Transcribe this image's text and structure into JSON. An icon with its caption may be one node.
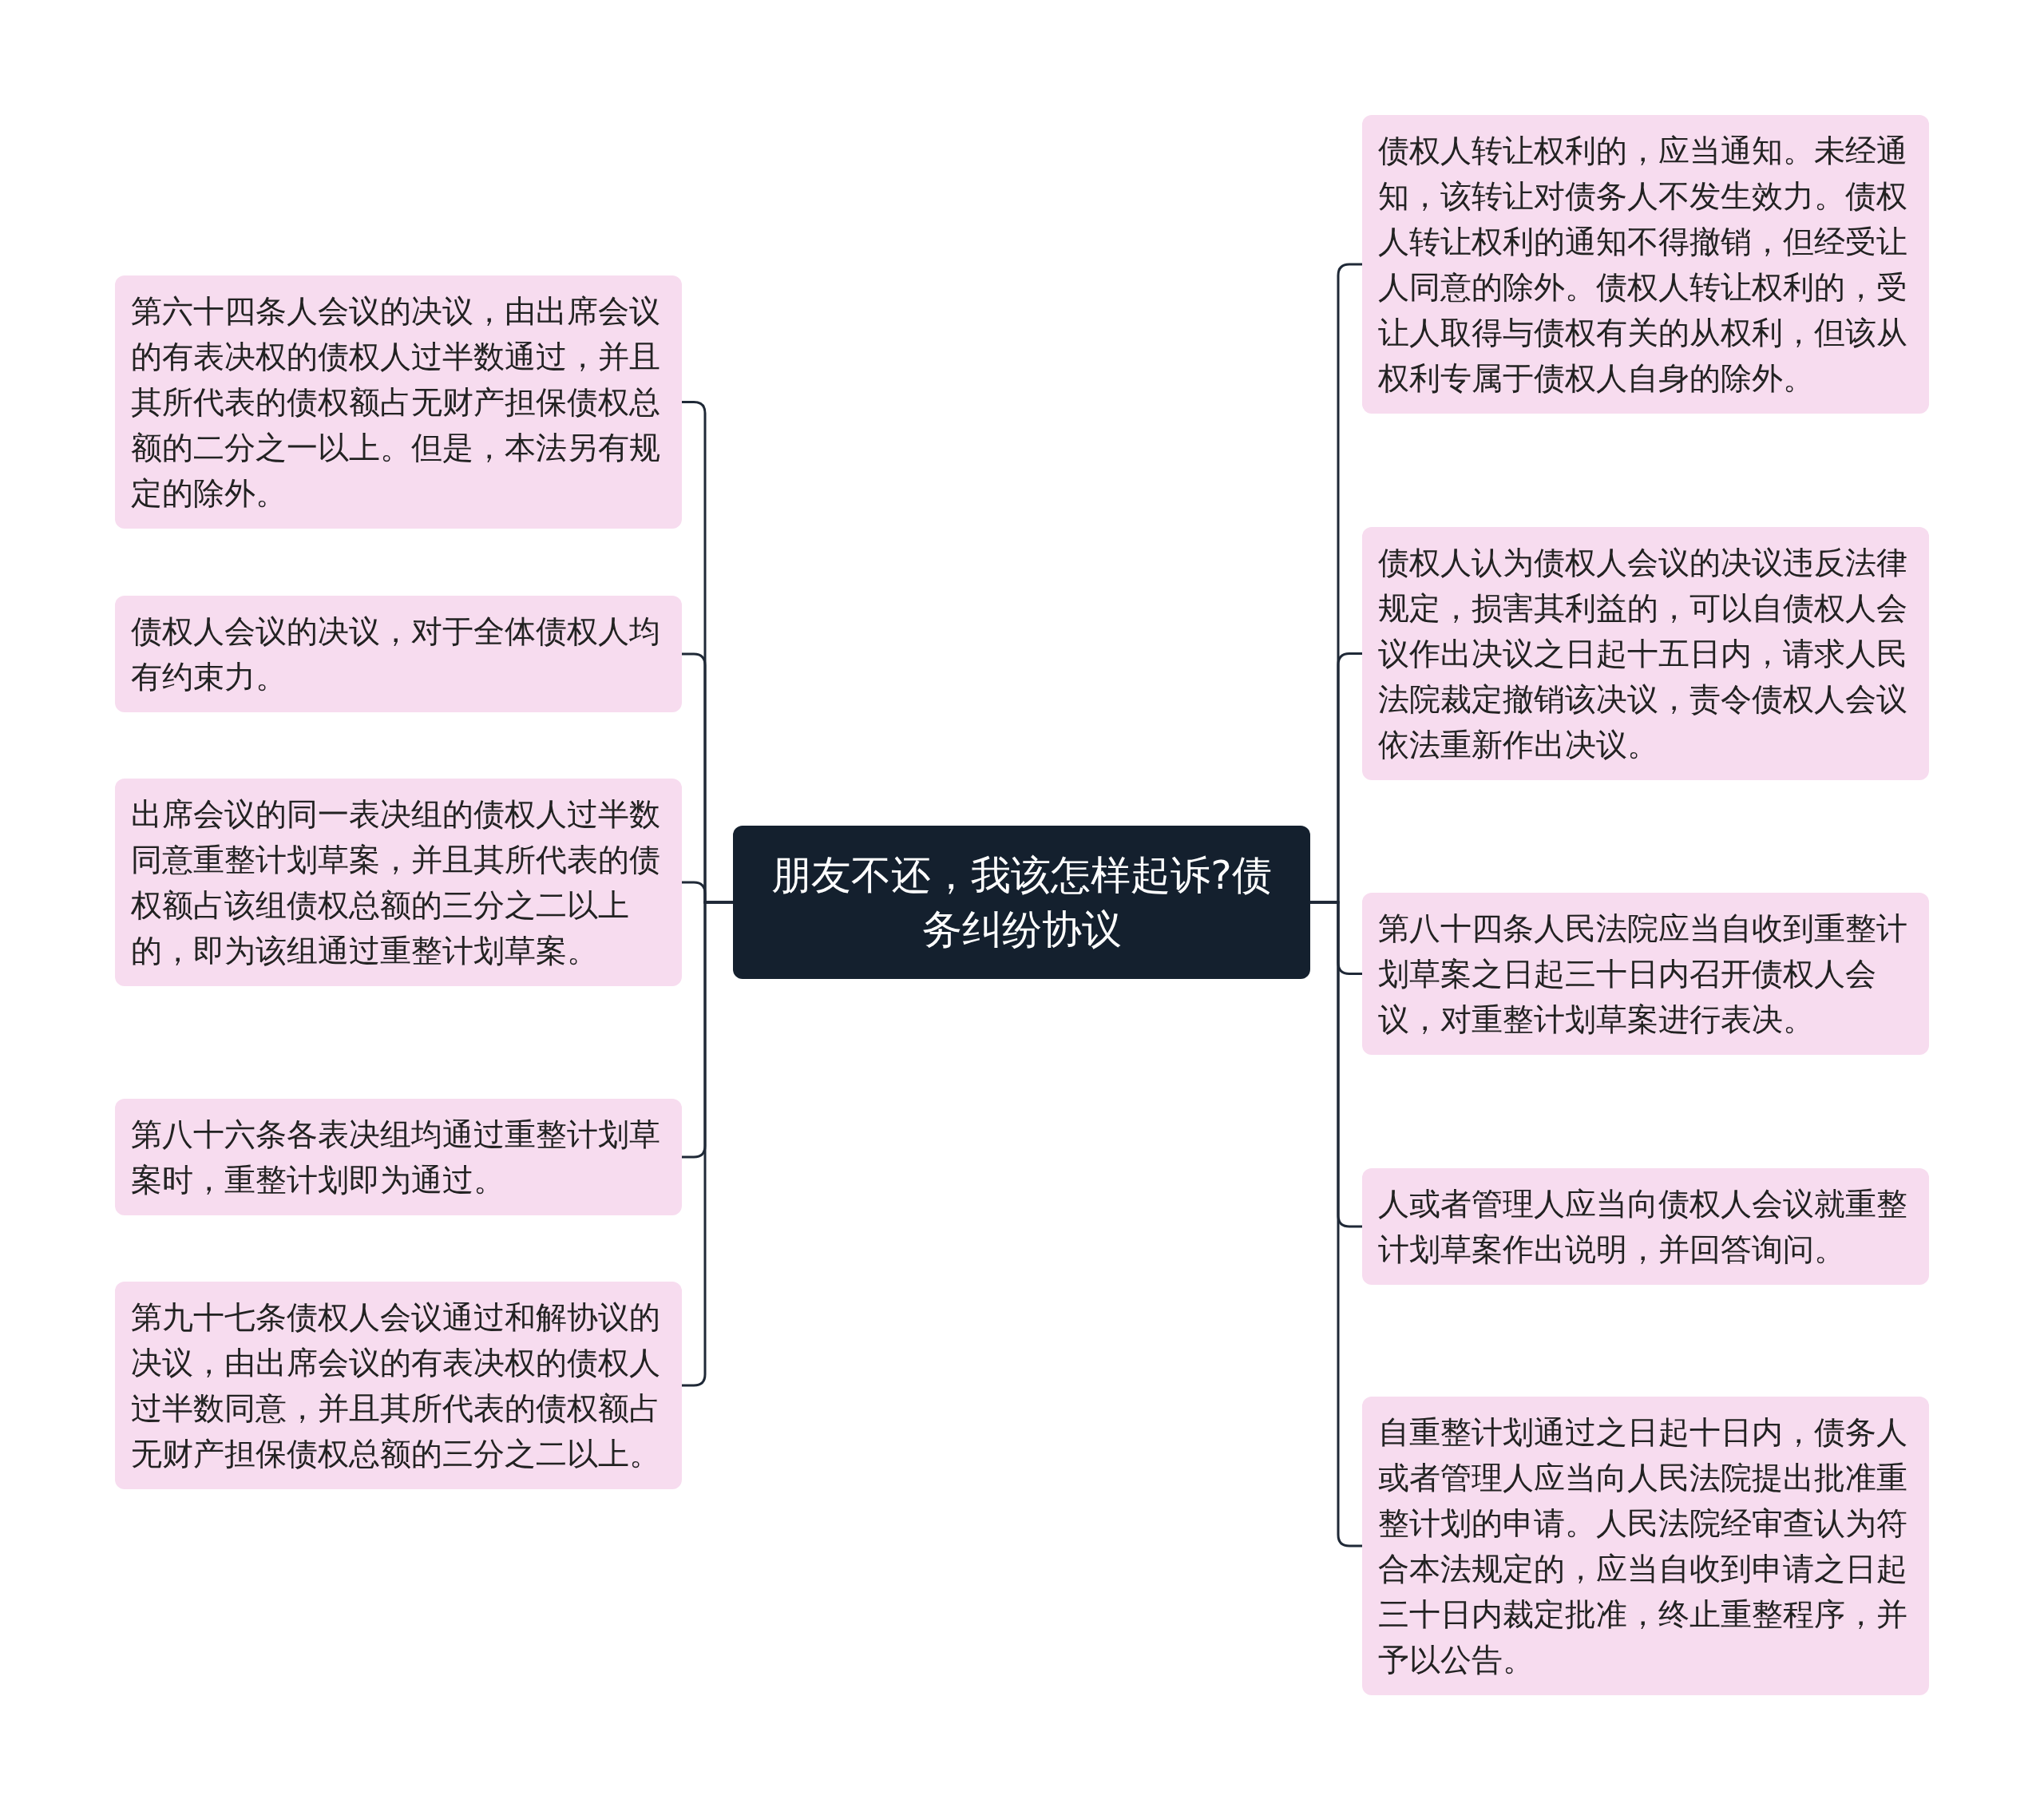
{
  "diagram": {
    "nodes": [
      {
        "text": [
          "朋友不还，我该怎样起诉?债务纠纷协议"
        ]
      },
      {
        "text": [
          "第六十四条人会议的决议，由出席会议的有表决权的债权人过半数通过，并且其所代表的债权额占无财产担保债权总额的二分之一以上。但是，本法另有规定的除外。"
        ]
      },
      {
        "text": [
          "债权人会议的决议，对于全体债权人均有约束力。"
        ]
      },
      {
        "text": [
          "出席会议的同一表决组的债权人过半数同意重整计划草案，并且其所代表的债权额占该组债权总额的三分之二以上的，即为该组通过重整计划草案。"
        ]
      },
      {
        "text": [
          "第八十六条各表决组均通过重整计划草案时，重整计划即为通过。"
        ]
      },
      {
        "text": [
          "第九十七条债权人会议通过和解协议的决议，由出席会议的有表决权的债权人过半数同意，并且其所代表的债权额占无财产担保债权总额的三分之二以上。"
        ]
      },
      {
        "text": [
          "债权人转让权利的，应当通知。未经通知，该转让对债务人不发生效力。债权人转让权利的通知不得撤销，但经受让人同意的除外。债权人转让权利的，受让人取得与债权有关的从权利，但该从权利专属于债权人自身的除外。"
        ]
      },
      {
        "text": [
          "债权人认为债权人会议的决议违反法律规定，损害其利益的，可以自债权人会议作出决议之日起十五日内，请求人民法院裁定撤销该决议，责令债权人会议依法重新作出决议。"
        ]
      },
      {
        "text": [
          "第八十四条人民法院应当自收到重整计划草案之日起三十日内召开债权人会议，对重整计划草案进行表决。"
        ]
      },
      {
        "text": [
          "人或者管理人应当向债权人会议就重整计划草案作出说明，并回答询问。"
        ]
      },
      {
        "text": [
          "自重整计划通过之日起十日内，债务人或者管理人应当向人民法院提出批准重整计划的申请。人民法院经审查认为符合本法规定的，应当自收到申请之日起三十日内裁定批准，终止重整程序，并予以公告。"
        ]
      }
    ],
    "edges": [
      {
        "from": 0,
        "to": 1,
        "arrow": "none"
      },
      {
        "from": 0,
        "to": 2,
        "arrow": "none"
      },
      {
        "from": 0,
        "to": 3,
        "arrow": "none"
      },
      {
        "from": 0,
        "to": 4,
        "arrow": "none"
      },
      {
        "from": 0,
        "to": 5,
        "arrow": "none"
      },
      {
        "from": 0,
        "to": 6,
        "arrow": "none"
      },
      {
        "from": 0,
        "to": 7,
        "arrow": "none"
      },
      {
        "from": 0,
        "to": 8,
        "arrow": "none"
      },
      {
        "from": 0,
        "to": 9,
        "arrow": "none"
      },
      {
        "from": 0,
        "to": 10,
        "arrow": "none"
      }
    ]
  }
}
